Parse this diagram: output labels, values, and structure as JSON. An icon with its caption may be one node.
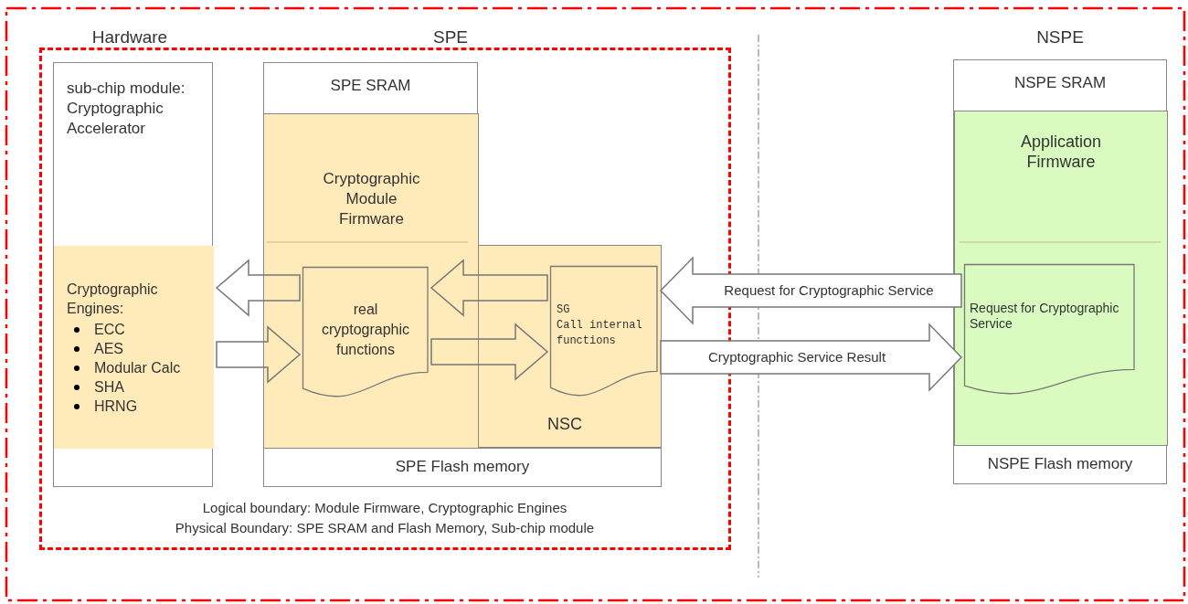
{
  "diagram": {
    "nodes": [
      {
        "text": [],
        "shape": "box"
      },
      {
        "text": [
          "Logical boundary: Module Firmware, Cryptographic Engines",
          "Physical Boundary: SPE SRAM and Flash Memory, Sub-chip module"
        ],
        "in": 0
      },
      {
        "text": [
          "sub-chip module: Cryptographic Accelerator"
        ],
        "in": 1
      },
      {
        "text": [
          "Cryptographic Engines:",
          "ECC",
          "AES",
          "Modular Calc",
          "SHA",
          "HRNG"
        ],
        "in": 2
      },
      {
        "text": [
          "SPE SRAM"
        ],
        "in": 1
      },
      {
        "text": [
          "Cryptographic Module Firmware"
        ],
        "in": 4
      },
      {
        "text": [
          "real cryptographic functions"
        ],
        "in": 5
      },
      {
        "text": [
          "NSC"
        ],
        "in": 1
      },
      {
        "text": [
          "SG",
          "Call internal functions"
        ],
        "in": 7
      },
      {
        "text": [
          "SPE Flash memory"
        ],
        "in": 1
      },
      {
        "text": [
          "NSPE SRAM"
        ],
        "in": 0
      },
      {
        "text": [
          "Application Firmware"
        ],
        "in": 10
      },
      {
        "text": [
          "Request for Cryptographic Service"
        ],
        "in": 11
      },
      {
        "text": [
          "NSPE Flash memory"
        ],
        "in": 0
      }
    ],
    "edges": [
      {
        "from": 6,
        "to": 3,
        "arrow": "to"
      },
      {
        "from": 3,
        "to": 6,
        "arrow": "to"
      },
      {
        "from": 8,
        "to": 6,
        "arrow": "to"
      },
      {
        "from": 6,
        "to": 8,
        "arrow": "to"
      },
      {
        "from": 12,
        "to": 8,
        "arrow": "to",
        "label": "Request for Cryptographic Service"
      },
      {
        "from": 8,
        "to": 12,
        "arrow": "to",
        "label": "Cryptographic Service Result"
      }
    ],
    "labels": [
      "Hardware",
      "SPE",
      "NSPE"
    ]
  }
}
